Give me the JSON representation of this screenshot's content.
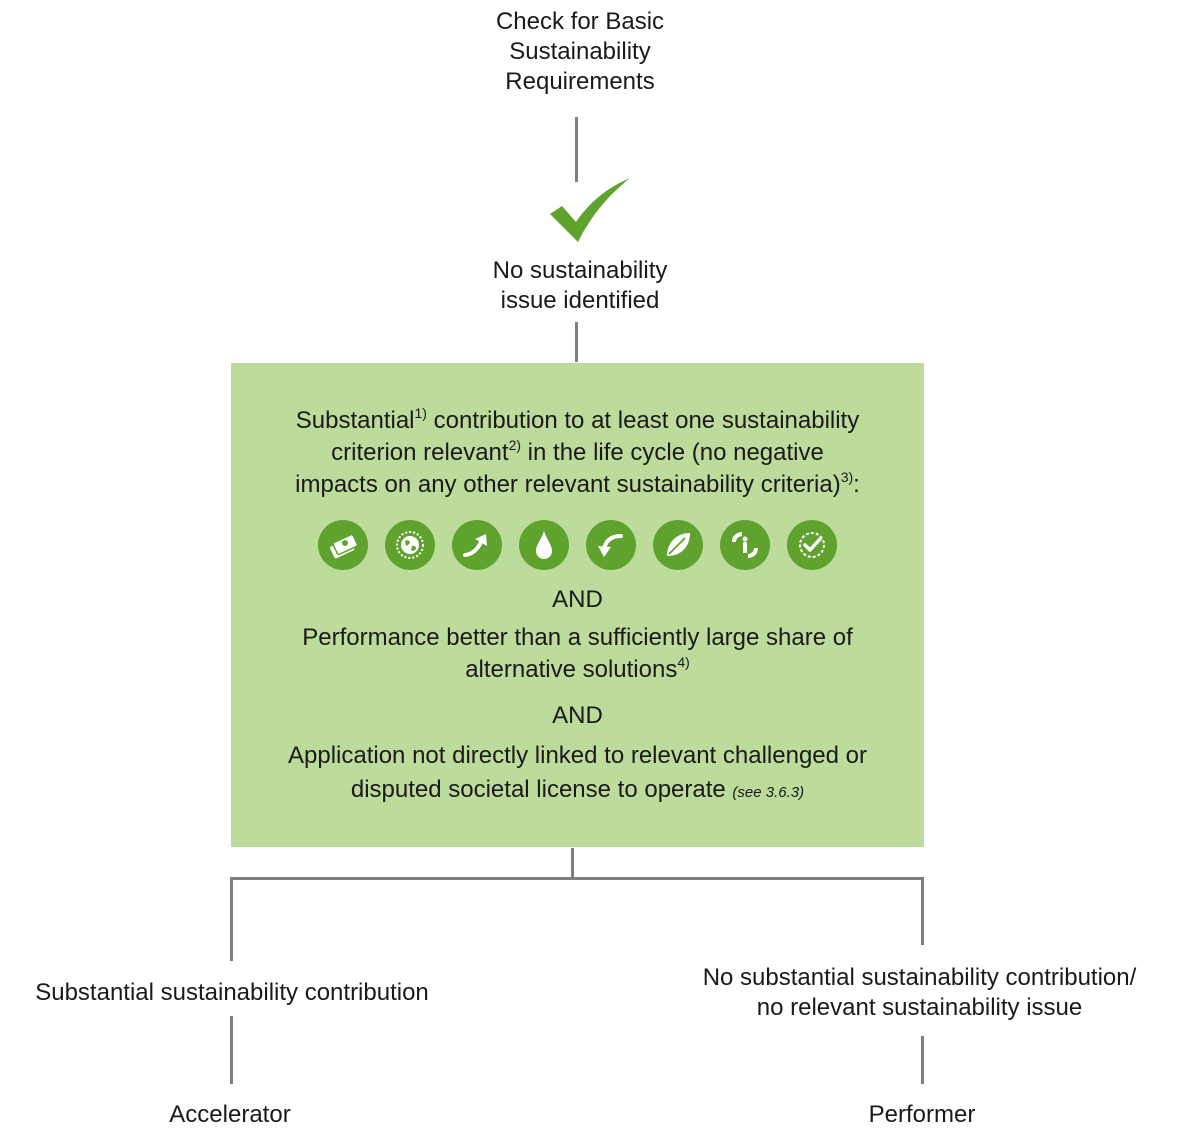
{
  "top": {
    "line1": "Check for Basic",
    "line2": "Sustainability",
    "line3": "Requirements"
  },
  "check": {
    "line1": "No sustainability",
    "line2": "issue identified"
  },
  "box": {
    "crit_a": "Substantial",
    "sup1": "1)",
    "crit_b": " contribution to at least one sustainability",
    "crit_c": "criterion relevant",
    "sup2": "2)",
    "crit_d": " in the life cycle (no negative",
    "crit_e": "impacts on any other relevant sustainability criteria)",
    "sup3": "3)",
    "crit_f": ":",
    "icons": [
      "money-icon",
      "globe-icon",
      "arrow-up-icon",
      "water-drop-icon",
      "recycle-arrow-icon",
      "leaf-icon",
      "hands-person-icon",
      "check-badge-icon"
    ],
    "and1": "AND",
    "perf_a": "Performance better than a sufficiently large share of",
    "perf_b": "alternative solutions",
    "sup4": "4)",
    "and2": "AND",
    "app_a": "Application not directly linked to relevant challenged or",
    "app_b": "disputed societal license to operate ",
    "app_ref": "(see 3.6.3)"
  },
  "left": {
    "label": "Substantial sustainability contribution",
    "result": "Accelerator"
  },
  "right": {
    "label1": "No substantial sustainability contribution/",
    "label2": "no relevant sustainability issue",
    "result": "Performer"
  },
  "colors": {
    "box_fill": "#bddc9c",
    "icon_fill": "#5fa32e",
    "check_mark": "#5fa32e",
    "connector": "#7f7f7f"
  }
}
